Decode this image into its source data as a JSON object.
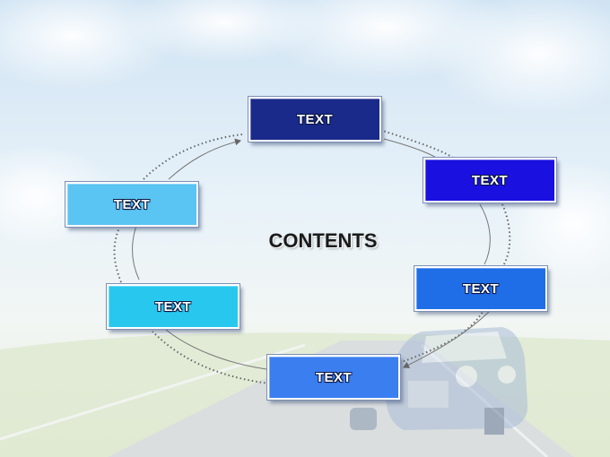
{
  "diagram": {
    "center_title": "CONTENTS",
    "nodes": [
      {
        "label": "TEXT",
        "color": "#1a2a8a"
      },
      {
        "label": "TEXT",
        "color": "#1a10e0"
      },
      {
        "label": "TEXT",
        "color": "#1f6ee8"
      },
      {
        "label": "TEXT",
        "color": "#3a7ef0"
      },
      {
        "label": "TEXT",
        "color": "#28c8ee"
      },
      {
        "label": "TEXT",
        "color": "#5ac4f2"
      }
    ]
  }
}
